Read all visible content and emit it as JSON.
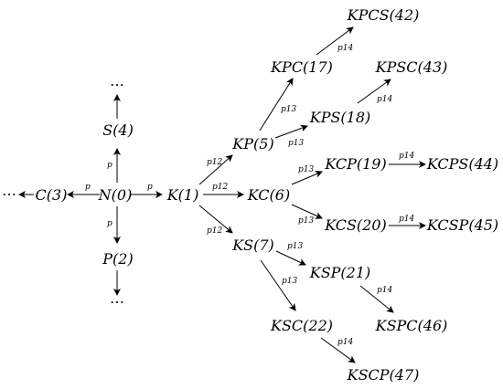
{
  "diagram": {
    "nodes": {
      "n0": "N(0)",
      "k1": "K(1)",
      "p2": "P(2)",
      "c3": "C(3)",
      "s4": "S(4)",
      "kp5": "KP(5)",
      "kc6": "KC(6)",
      "ks7": "KS(7)",
      "kpc17": "KPC(17)",
      "kps18": "KPS(18)",
      "kcp19": "KCP(19)",
      "kcs20": "KCS(20)",
      "ksp21": "KSP(21)",
      "ksc22": "KSC(22)",
      "kpcs42": "KPCS(42)",
      "kpsc43": "KPSC(43)",
      "kcps44": "KCPS(44)",
      "kcsp45": "KCSP(45)",
      "kspc46": "KSPC(46)",
      "kscp47": "KSCP(47)"
    },
    "continuation": "⋯",
    "edge_labels": {
      "n0_k1": "p",
      "n0_c3": "p",
      "n0_s4": "p",
      "n0_p2": "p",
      "k1_kp5": "p12",
      "k1_kc6": "p12",
      "k1_ks7": "p12",
      "kp5_kpc17": "p13",
      "kp5_kps18": "p13",
      "kc6_kcp19": "p13",
      "kc6_kcs20": "p13",
      "ks7_ksp21": "p13",
      "ks7_ksc22": "p13",
      "kpc17_kpcs42": "p14",
      "kps18_kpsc43": "p14",
      "kcp19_kcps44": "p14",
      "kcs20_kcsp45": "p14",
      "ksp21_kspc46": "p14",
      "ksc22_kscp47": "p14"
    }
  }
}
